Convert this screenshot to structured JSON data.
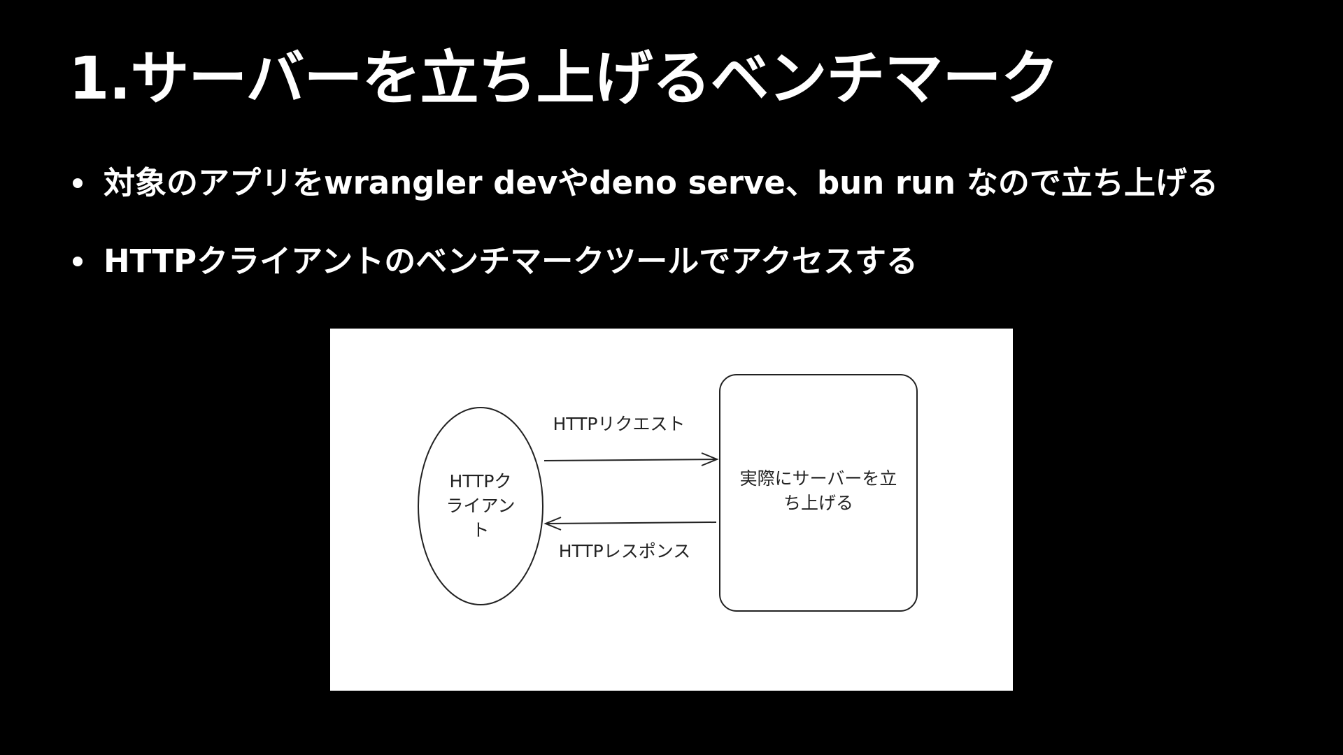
{
  "slide": {
    "title": "1.サーバーを立ち上げるベンチマーク",
    "bullets": [
      "対象のアプリをwrangler devやdeno serve、bun run なので立ち上げる",
      "HTTPクライアントのベンチマークツールでアクセスする"
    ]
  },
  "diagram": {
    "client_label_lines": [
      "HTTPク",
      "ライアン",
      "ト"
    ],
    "server_label_lines": [
      "実際にサーバーを立",
      "ち上げる"
    ],
    "request_label": "HTTPリクエスト",
    "response_label": "HTTPレスポンス"
  },
  "colors": {
    "background": "#000000",
    "text": "#ffffff",
    "panel": "#ffffff",
    "stroke": "#222222"
  }
}
